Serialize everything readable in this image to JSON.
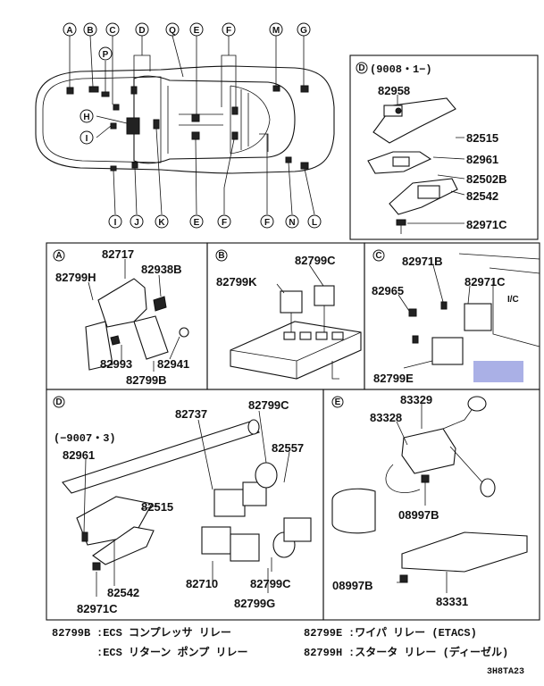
{
  "overview": {
    "callouts_top": [
      "A",
      "B",
      "C",
      "D",
      "Q",
      "E",
      "F",
      "M",
      "G"
    ],
    "callout_p": "P",
    "callouts_mid": [
      "H",
      "I"
    ],
    "callouts_bottom": [
      "I",
      "J",
      "K",
      "E",
      "F",
      "F",
      "N",
      "L"
    ]
  },
  "panel_d_top": {
    "letter": "D",
    "date": "(9008・1−)",
    "parts": [
      "82958",
      "82515",
      "82961",
      "82502B",
      "82542",
      "82971C"
    ]
  },
  "panel_a": {
    "letter": "A",
    "parts": [
      "82717",
      "82799H",
      "82938B",
      "82993",
      "82941",
      "82799B"
    ]
  },
  "panel_b": {
    "letter": "B",
    "parts": [
      "82799C",
      "82799K"
    ]
  },
  "panel_c": {
    "letter": "C",
    "parts": [
      "82971B",
      "82965",
      "82971C",
      "82799E"
    ],
    "mark": "I/C",
    "highlight_color": "#aab0e6"
  },
  "panel_d_bottom": {
    "letter": "D",
    "date": "(−9007・3)",
    "parts": [
      "82737",
      "82799C",
      "82557",
      "82961",
      "82515",
      "82542",
      "82710",
      "82799C",
      "82799G",
      "82971C"
    ]
  },
  "panel_e": {
    "letter": "E",
    "parts": [
      "83329",
      "83328",
      "08997B",
      "08997B",
      "83331"
    ]
  },
  "notes": [
    {
      "code": "82799B",
      "text": ":ECS コンプレッサ リレー"
    },
    {
      "code": "",
      "text": ":ECS リターン ポンプ リレー"
    },
    {
      "code": "82799E",
      "text": ":ワイパ リレー (ETACS)"
    },
    {
      "code": "82799H",
      "text": ":スタータ リレー (ディーゼル)"
    }
  ],
  "figure_code": "3H8TA23"
}
